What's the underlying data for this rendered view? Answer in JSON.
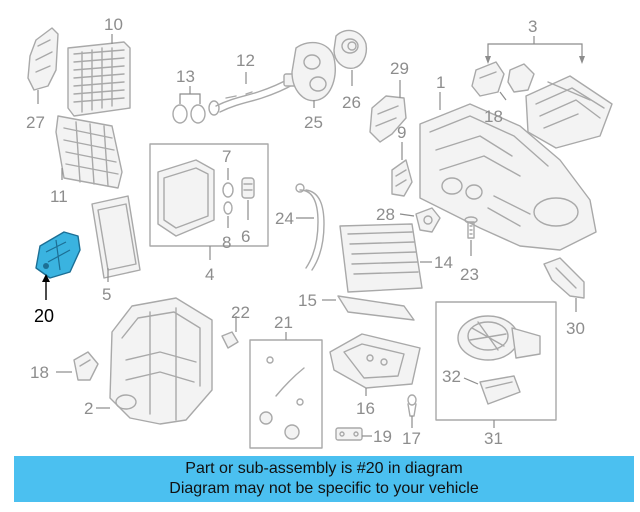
{
  "diagram": {
    "callouts": {
      "c1": "1",
      "c2": "2",
      "c3": "3",
      "c4": "4",
      "c5": "5",
      "c6": "6",
      "c7": "7",
      "c8": "8",
      "c9": "9",
      "c10": "10",
      "c11": "11",
      "c12": "12",
      "c13": "13",
      "c14": "14",
      "c15": "15",
      "c16": "16",
      "c17": "17",
      "c18": "18",
      "c19": "19",
      "c20": "20",
      "c21": "21",
      "c22": "22",
      "c23": "23",
      "c24": "24",
      "c25": "25",
      "c26": "26",
      "c27": "27",
      "c28": "28",
      "c29": "29",
      "c30": "30",
      "c31": "31",
      "c32": "32"
    },
    "highlight_color": "#3ab3e0"
  },
  "banner": {
    "line1": "Part or sub-assembly is #20 in diagram",
    "line2": "Diagram may not be specific to your vehicle",
    "color": "#4bc0f0"
  }
}
